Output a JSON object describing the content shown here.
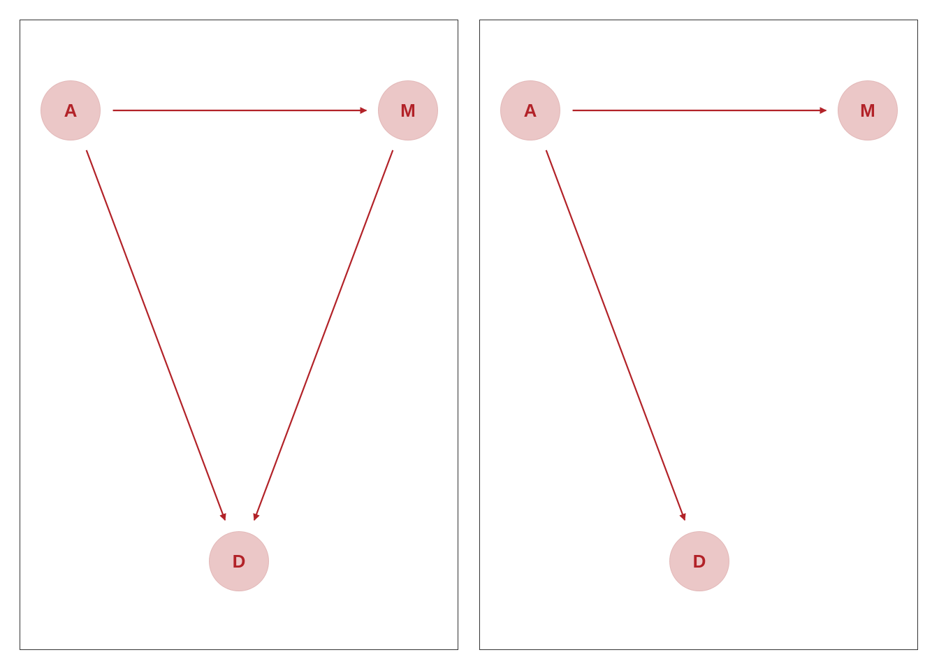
{
  "colors": {
    "edge": "#b22228",
    "node_fill": "#ebc7c7",
    "node_text": "#b22228",
    "frame": "#333333"
  },
  "panels": [
    {
      "nodes": [
        {
          "id": "A",
          "label": "A"
        },
        {
          "id": "M",
          "label": "M"
        },
        {
          "id": "D",
          "label": "D"
        }
      ],
      "edges": [
        {
          "from": "A",
          "to": "M"
        },
        {
          "from": "A",
          "to": "D"
        },
        {
          "from": "M",
          "to": "D"
        }
      ]
    },
    {
      "nodes": [
        {
          "id": "A",
          "label": "A"
        },
        {
          "id": "M",
          "label": "M"
        },
        {
          "id": "D",
          "label": "D"
        }
      ],
      "edges": [
        {
          "from": "A",
          "to": "M"
        },
        {
          "from": "A",
          "to": "D"
        }
      ]
    }
  ]
}
